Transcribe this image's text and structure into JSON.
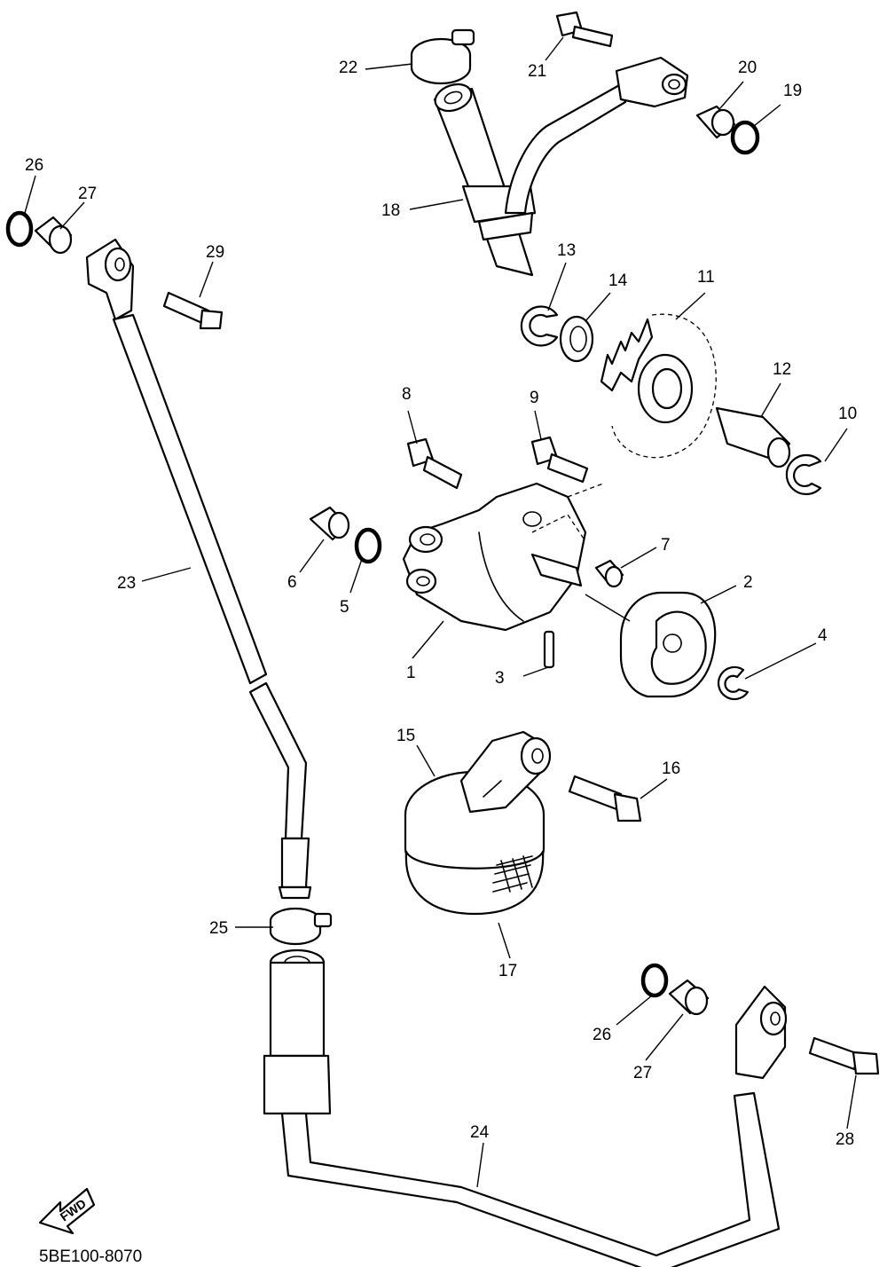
{
  "diagram": {
    "drawing_code": "5BE100-8070",
    "direction_marker": "FWD",
    "callouts": [
      "1",
      "2",
      "3",
      "4",
      "5",
      "6",
      "7",
      "8",
      "9",
      "10",
      "11",
      "12",
      "13",
      "14",
      "15",
      "16",
      "17",
      "18",
      "19",
      "20",
      "21",
      "22",
      "23",
      "24",
      "25",
      "26",
      "27",
      "28",
      "29",
      "26",
      "27"
    ]
  }
}
